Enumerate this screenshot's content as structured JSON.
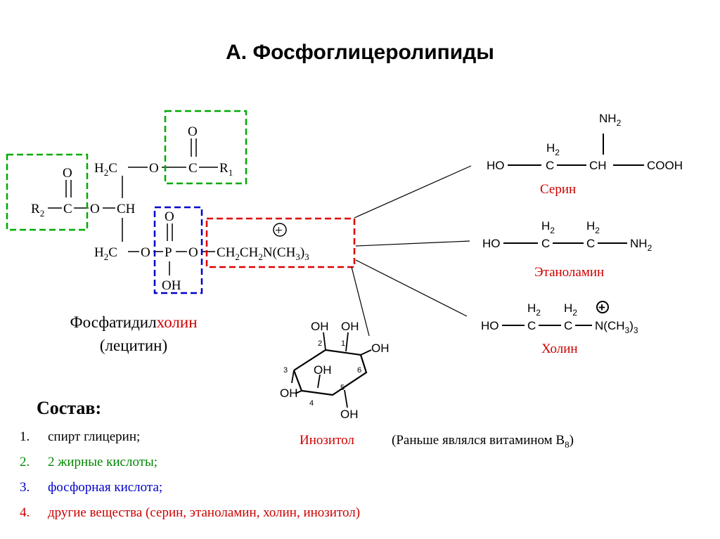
{
  "title": "А. Фосфоглицеролипиды",
  "lecithin": {
    "main": "Фосфатидил",
    "accent": "холин",
    "alt": "(лецитин)"
  },
  "formula": {
    "o": "O",
    "oh": "OH",
    "c": "C",
    "ch": "CH",
    "h": "H",
    "p": "P",
    "r": "R",
    "n": "N",
    "sub1": "1",
    "sub2": "2",
    "sub3": "3",
    "plus": "+"
  },
  "serine": {
    "label": "Серин",
    "nh": "NH",
    "ho": "HO",
    "cooh": "COOH"
  },
  "ethanolamine": {
    "label": "Этаноламин"
  },
  "choline": {
    "label": "Холин"
  },
  "inositol": {
    "label": "Инозитол",
    "note_main": "(Раньше являлся витамином B",
    "note_sub": "8",
    "note_end": ")",
    "carbons": [
      "1",
      "2",
      "3",
      "4",
      "5",
      "6"
    ]
  },
  "composition": {
    "title": "Состав:",
    "items": [
      {
        "num": "1.",
        "text": "спирт глицерин;",
        "color": "#000000"
      },
      {
        "num": "2.",
        "text": "2 жирные кислоты;",
        "color": "#008800"
      },
      {
        "num": "3.",
        "text": "фосфорная кислота;",
        "color": "#0000cc"
      },
      {
        "num": "4.",
        "text": "другие вещества (серин, этаноламин, холин, инозитол)",
        "color": "#cc0000"
      }
    ]
  },
  "colors": {
    "fatty_acid_box": "#00aa00",
    "phosphate_box": "#0000cc",
    "base_box": "#dd0000",
    "label_red": "#cc0000"
  }
}
